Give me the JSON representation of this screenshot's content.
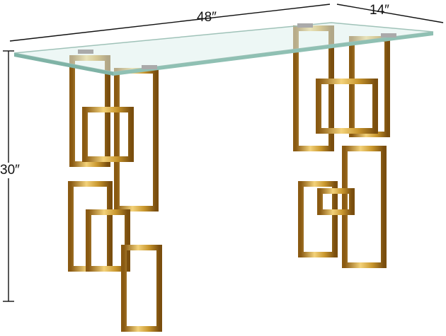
{
  "dimensions": {
    "width": "48″",
    "depth": "14″",
    "height": "30″"
  },
  "colors": {
    "gold": "#c9972e",
    "gold_light": "#f3d27a",
    "glass": "#dff0ec"
  }
}
